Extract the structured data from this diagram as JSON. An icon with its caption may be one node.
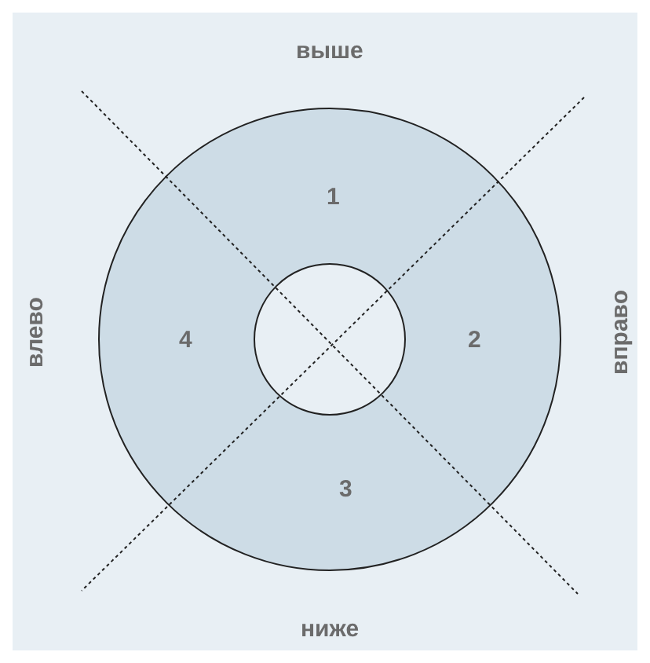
{
  "diagram": {
    "labels": [
      "выше",
      "1",
      "влево",
      "4",
      "2",
      "вправо",
      "3",
      "ниже"
    ]
  }
}
